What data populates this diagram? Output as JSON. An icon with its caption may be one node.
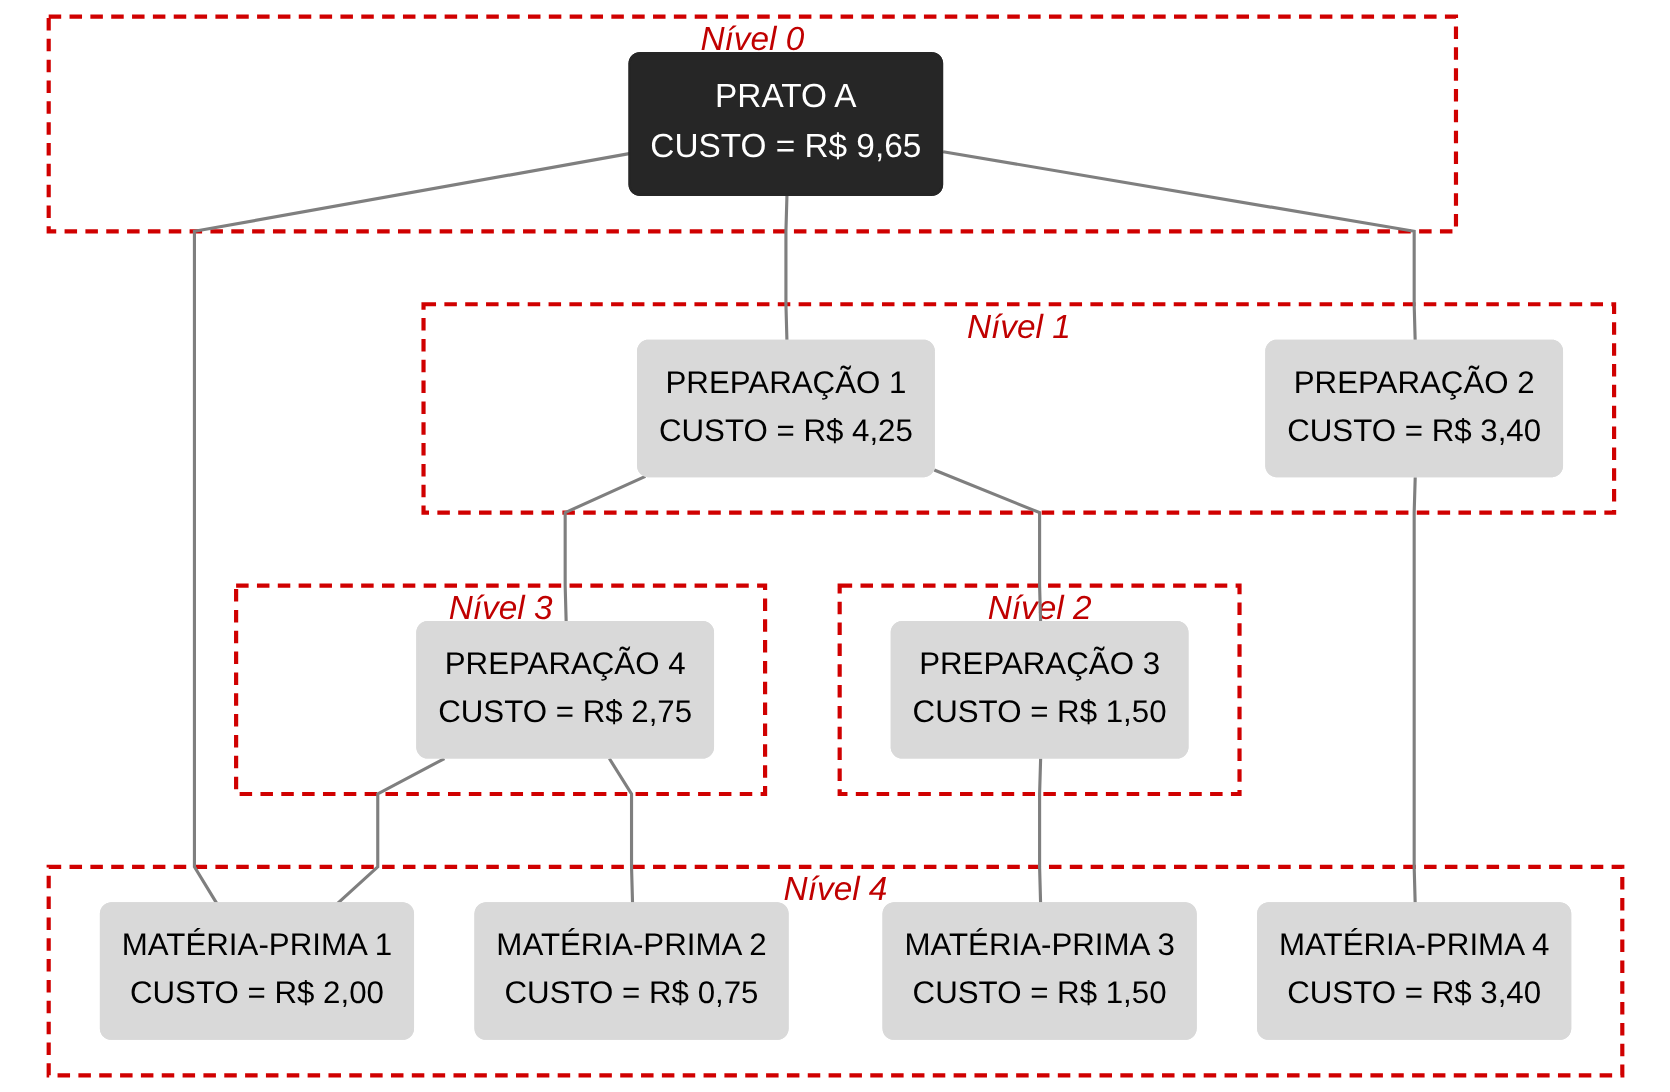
{
  "diagram": {
    "nodes": [
      {
        "text": [
          "Nível 0"
        ]
      },
      {
        "text": [
          "PRATO A",
          "CUSTO = R$ 9,65"
        ],
        "in": 0
      },
      {
        "text": [
          "Nível 1"
        ]
      },
      {
        "text": [
          "PREPARAÇÃO 1",
          "CUSTO = R$ 4,25"
        ],
        "in": 2
      },
      {
        "text": [
          "PREPARAÇÃO 2",
          "CUSTO = R$ 3,40"
        ],
        "in": 2
      },
      {
        "text": [
          "Nível 2"
        ]
      },
      {
        "text": [
          "PREPARAÇÃO 3",
          "CUSTO = R$ 1,50"
        ],
        "in": 5
      },
      {
        "text": [
          "Nível 3"
        ]
      },
      {
        "text": [
          "PREPARAÇÃO 4",
          "CUSTO = R$ 2,75"
        ],
        "in": 7
      },
      {
        "text": [
          "Nível 4"
        ]
      },
      {
        "text": [
          "MATÉRIA-PRIMA 1",
          "CUSTO = R$ 2,00"
        ],
        "in": 9
      },
      {
        "text": [
          "MATÉRIA-PRIMA 2",
          "CUSTO = R$ 0,75"
        ],
        "in": 9
      },
      {
        "text": [
          "MATÉRIA-PRIMA 3",
          "CUSTO = R$ 1,50"
        ],
        "in": 9
      },
      {
        "text": [
          "MATÉRIA-PRIMA 4",
          "CUSTO = R$ 3,40"
        ],
        "in": 9
      }
    ],
    "edges": [
      {
        "from": 1,
        "to": 10,
        "arrow": "none"
      },
      {
        "from": 1,
        "to": 3,
        "arrow": "none"
      },
      {
        "from": 1,
        "to": 4,
        "arrow": "none"
      },
      {
        "from": 3,
        "to": 8,
        "arrow": "none"
      },
      {
        "from": 3,
        "to": 6,
        "arrow": "none"
      },
      {
        "from": 8,
        "to": 10,
        "arrow": "none"
      },
      {
        "from": 8,
        "to": 11,
        "arrow": "none"
      },
      {
        "from": 6,
        "to": 12,
        "arrow": "none"
      },
      {
        "from": 4,
        "to": 13,
        "arrow": "none"
      }
    ]
  }
}
